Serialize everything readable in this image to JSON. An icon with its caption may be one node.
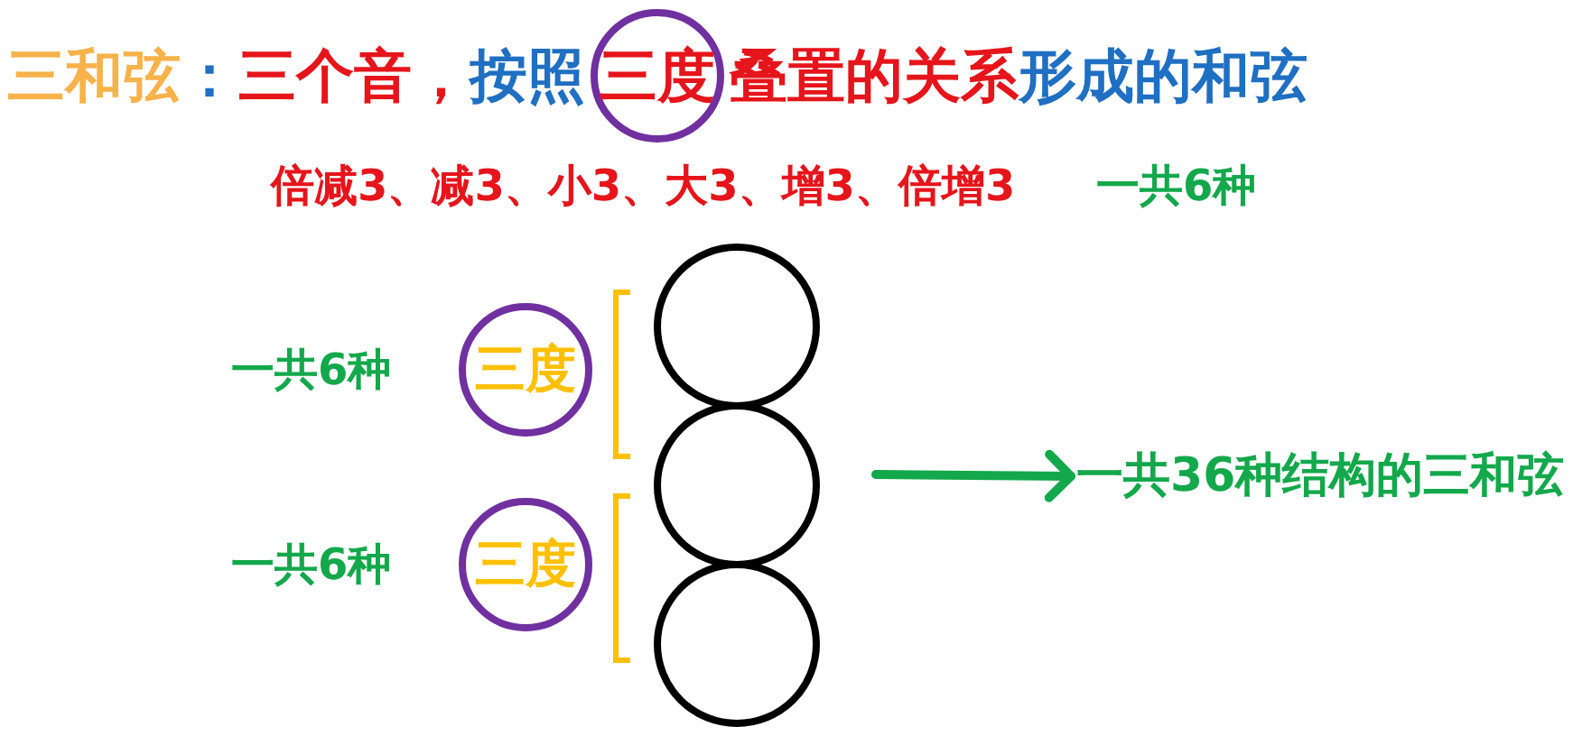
{
  "diagram": {
    "title": "三和弦：三个音，按照三度叠置的关系形成的和弦",
    "nodes": [
      {
        "text": [],
        "shape": "circle"
      },
      {
        "text": [
          "三度"
        ],
        "beside": [
          "一共6种"
        ]
      },
      {
        "text": [
          "三度"
        ],
        "beside": [
          "一共6种"
        ]
      },
      {
        "text": [],
        "shape": "circle"
      },
      {
        "text": [],
        "shape": "circle"
      },
      {
        "text": [],
        "shape": "circle"
      },
      {
        "text": [
          "一共36种结构的三和弦"
        ]
      }
    ],
    "edges": [
      {
        "from": null,
        "to": 6,
        "arrow": "to"
      }
    ],
    "labels": [
      "倍减3、减3、小3、大3、增3、倍增3",
      "一共6种"
    ]
  }
}
